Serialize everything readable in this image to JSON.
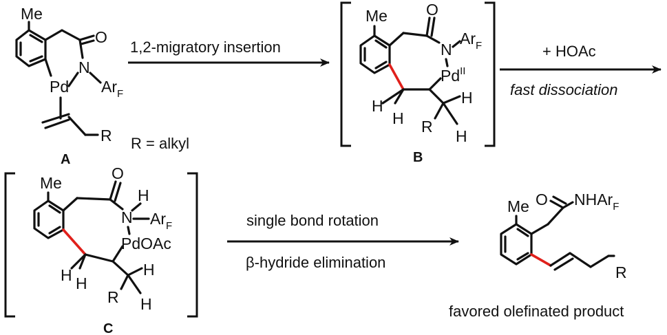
{
  "labels": {
    "A": "A",
    "B": "B",
    "C": "C",
    "r_def": "R = alkyl",
    "product": "favored olefinated product"
  },
  "arrows": {
    "a1_top": "1,2-migratory insertion",
    "a2_top": "+ HOAc",
    "a2_bottom": "fast dissociation",
    "a3_top": "single bond rotation",
    "a3_bottom": "β-hydride elimination"
  },
  "atoms": {
    "me": "Me",
    "o": "O",
    "n": "N",
    "h": "H",
    "r": "R",
    "pd": "Pd",
    "pd2": "Pd",
    "pd2_ox": "II",
    "ar": "Ar",
    "ar_sub": "F",
    "pdoac": "PdOAc",
    "nhar": "NHAr"
  }
}
